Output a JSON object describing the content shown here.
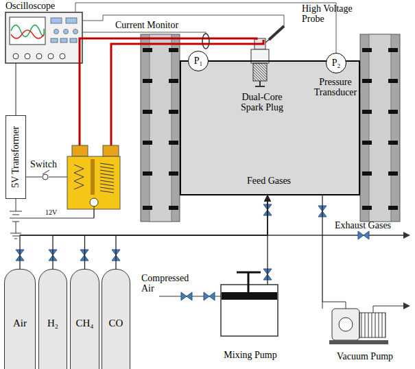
{
  "diagram": {
    "nodes": [
      {
        "text": [
          "Oscilloscope"
        ]
      },
      {
        "text": [
          "Dual-Core Spark Plug",
          "Pressure Transducer",
          "Feed Gases"
        ]
      },
      {
        "text": [
          "P₁"
        ]
      },
      {
        "text": [
          "P₂"
        ]
      },
      {
        "text": [
          "5V Transformer"
        ]
      },
      {
        "text": [
          "Air"
        ]
      },
      {
        "text": [
          "H₂"
        ]
      },
      {
        "text": [
          "CH₄"
        ]
      },
      {
        "text": [
          "CO"
        ]
      },
      {
        "text": [
          "Mixing Pump"
        ]
      },
      {
        "text": [
          "Vacuum Pump"
        ]
      }
    ],
    "edges": [
      {
        "from": 0,
        "to": 3,
        "arrow": "none"
      },
      {
        "from": 0,
        "to": 4,
        "arrow": "none"
      },
      {
        "from": 5,
        "to": 1,
        "arrow": "to"
      },
      {
        "from": 6,
        "to": 1,
        "arrow": "to"
      },
      {
        "from": 7,
        "to": 1,
        "arrow": "to"
      },
      {
        "from": 8,
        "to": 1,
        "arrow": "to"
      },
      {
        "from": 9,
        "to": 1,
        "arrow": "to"
      },
      {
        "from": 10,
        "to": 1,
        "arrow": "none"
      }
    ],
    "labels": [
      "Current Monitor",
      "High Voltage Probe",
      "Switch",
      "12V",
      "Exhaust Gases",
      "Compressed Air"
    ]
  }
}
